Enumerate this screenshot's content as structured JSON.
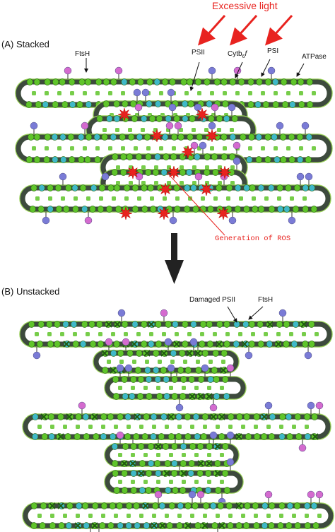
{
  "panel_a": {
    "label": "(A)  Stacked",
    "light_label": "Excessive light",
    "labels": {
      "ftsh": "FtsH",
      "psii": "PSII",
      "cytb6f": "Cytb",
      "cytb6f_sub": "6",
      "cytb6f_suffix": "f",
      "psi": "PSI",
      "atpase": "ATPase",
      "ros": "Generation of ROS"
    }
  },
  "panel_b": {
    "label": "(B)  Unstacked",
    "labels": {
      "damaged_psii": "Damaged PSII",
      "ftsh": "FtsH"
    }
  },
  "colors": {
    "membrane": "#3d4a3d",
    "membrane_edge": "#9bd35a",
    "psii_green": "#5fc42a",
    "psi_cyan": "#3fb8c8",
    "ftsh_blue": "#7a7bd6",
    "atpase_pink": "#d46bcf",
    "ros_red": "#e8231f",
    "arrow": "#222222"
  },
  "legend_icons": {
    "damage_mark": "x-mark-icon",
    "ros_mark": "starburst-icon"
  }
}
